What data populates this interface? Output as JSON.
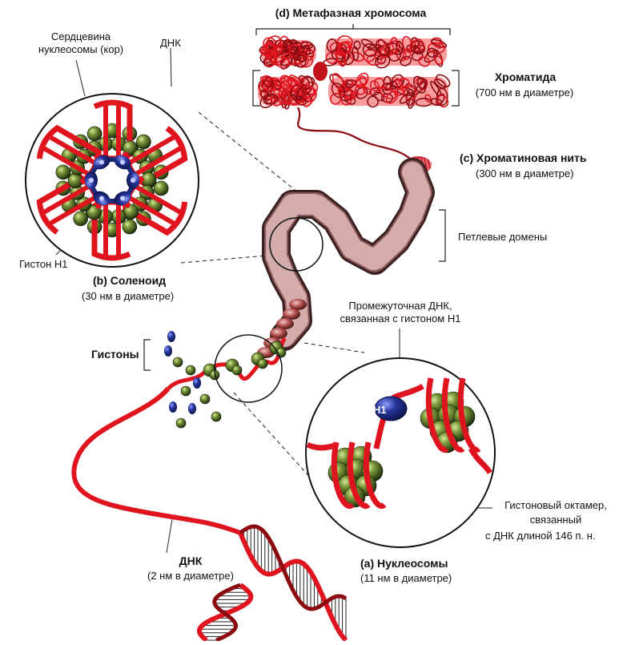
{
  "labels": {
    "metaphase_title": "(d) Метафазная хромосома",
    "chromatid": "Хроматида",
    "chromatid_dia": "(700 нм в диаметре)",
    "fiber": "(c) Хроматиновая нить",
    "fiber_dia": "(300 нм в диаметре)",
    "loops": "Петлевые домены",
    "core_line1": "Сердцевина",
    "core_line2": "нуклеосомы (кор)",
    "dna_top": "ДНК",
    "h1": "Гистон Н1",
    "solenoid": "(b) Соленоид",
    "solenoid_dia": "(30 нм в диаметре)",
    "linker_line1": "Промежуточная ДНК,",
    "linker_line2": "связанная с гистоном Н1",
    "histones": "Гистоны",
    "h1_badge": "H1",
    "octamer_line1": "Гистоновый октамер,",
    "octamer_line2": "связанный",
    "octamer_line3": "с  ДНК длиной 146 п. н.",
    "dna_bottom": "ДНК",
    "dna_bottom_dia": "(2 нм в диаметре)",
    "nucleosomes": "(a) Нуклеосомы",
    "nucleosomes_dia": "(11 нм в диаметре)"
  },
  "colors": {
    "dna_red": "#e0141e",
    "dna_dark": "#8a0a10",
    "histone_green": "#3f5d1c",
    "histone_light": "#a9c267",
    "h1_blue": "#1c2a78"
  }
}
